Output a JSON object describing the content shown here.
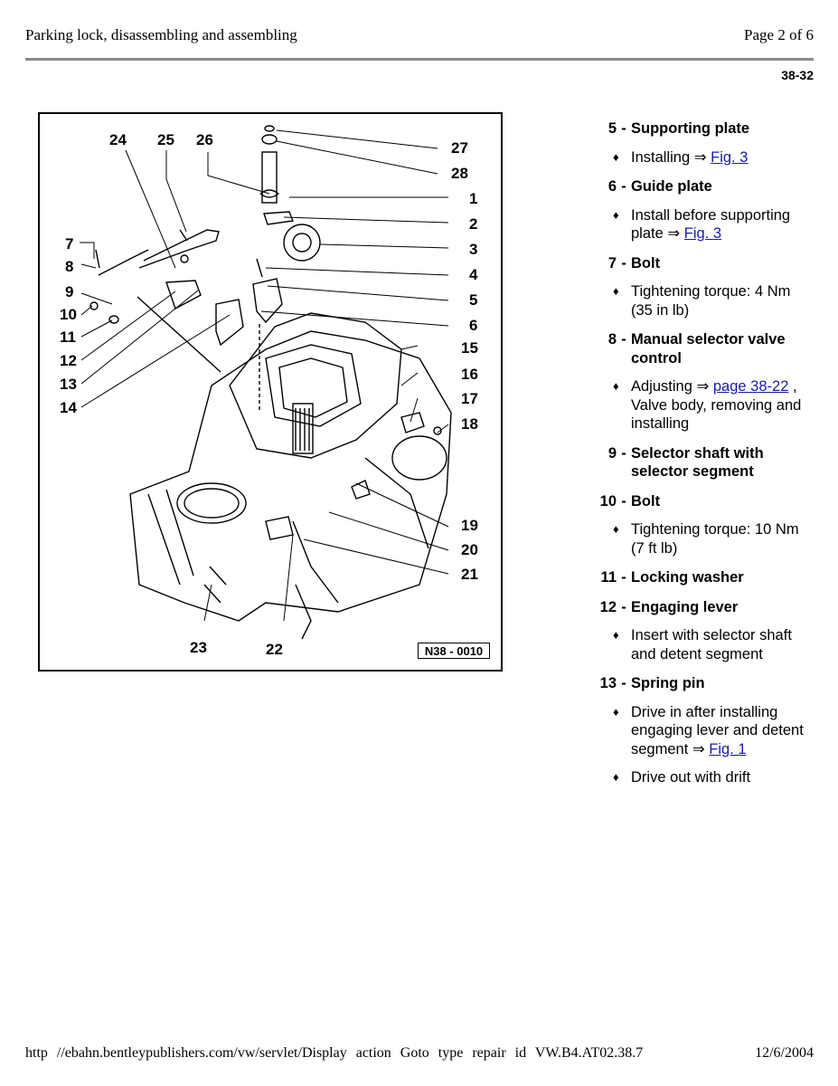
{
  "header": {
    "title": "Parking lock, disassembling and assembling",
    "page": "Page 2 of 6",
    "section": "38-32"
  },
  "figure": {
    "code": "N38 - 0010",
    "callouts": [
      "1",
      "2",
      "3",
      "4",
      "5",
      "6",
      "7",
      "8",
      "9",
      "10",
      "11",
      "12",
      "13",
      "14",
      "15",
      "16",
      "17",
      "18",
      "19",
      "20",
      "21",
      "22",
      "23",
      "24",
      "25",
      "26",
      "27",
      "28"
    ]
  },
  "legend": [
    {
      "num": "5",
      "name": "Supporting plate",
      "subs": [
        {
          "text": "Installing ⇒ ",
          "link": "Fig. 3",
          "after": ""
        }
      ]
    },
    {
      "num": "6",
      "name": "Guide plate",
      "subs": [
        {
          "text": "Install before supporting plate ⇒ ",
          "link": "Fig. 3",
          "after": ""
        }
      ]
    },
    {
      "num": "7",
      "name": "Bolt",
      "subs": [
        {
          "text": "Tightening torque: 4 Nm (35 in lb)",
          "link": "",
          "after": ""
        }
      ]
    },
    {
      "num": "8",
      "name": "Manual selector valve control",
      "subs": [
        {
          "text": "Adjusting ⇒ ",
          "link": "page 38-22",
          "after": " , Valve body, removing and installing"
        }
      ]
    },
    {
      "num": "9",
      "name": "Selector shaft with selector segment",
      "subs": []
    },
    {
      "num": "10",
      "name": "Bolt",
      "subs": [
        {
          "text": "Tightening torque: 10 Nm (7 ft lb)",
          "link": "",
          "after": ""
        }
      ]
    },
    {
      "num": "11",
      "name": "Locking washer",
      "subs": []
    },
    {
      "num": "12",
      "name": "Engaging lever",
      "subs": [
        {
          "text": "Insert with selector shaft and detent segment",
          "link": "",
          "after": ""
        }
      ]
    },
    {
      "num": "13",
      "name": "Spring pin",
      "subs": [
        {
          "text": "Drive in after installing engaging lever and detent segment ⇒ ",
          "link": "Fig. 1",
          "after": ""
        },
        {
          "text": "Drive out with drift",
          "link": "",
          "after": ""
        }
      ]
    }
  ],
  "footer": {
    "url": "http //ebahn.bentleypublishers.com/vw/servlet/Display action Goto type repair id VW.B4.AT02.38.7",
    "date": "12/6/2004"
  }
}
